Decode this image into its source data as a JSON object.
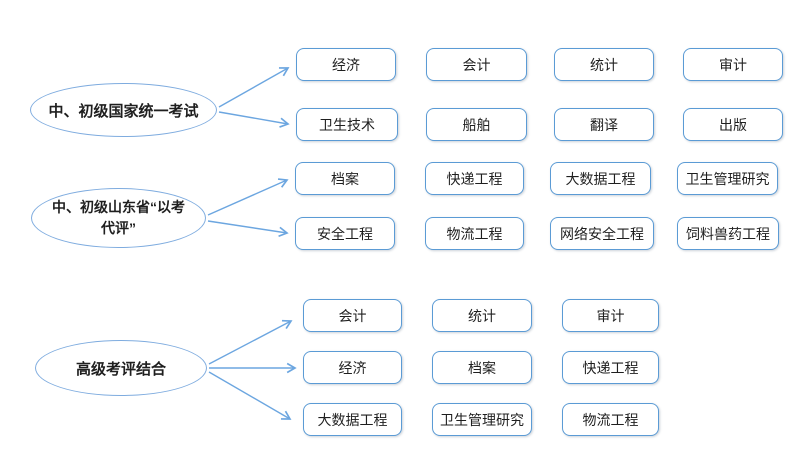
{
  "colors": {
    "background": "#FFFFFF",
    "ellipse_border": "#7FACDF",
    "box_border": "#5B9BD5",
    "arrow": "#6CA6E0",
    "text": "#1F1F1F"
  },
  "groups": [
    {
      "source_label": "中、初级国家统一考试",
      "source_label_lines": [
        "中、初级国家统一考试"
      ],
      "rows": [
        [
          "经济",
          "会计",
          "统计",
          "审计"
        ],
        [
          "卫生技术",
          "船舶",
          "翻译",
          "出版"
        ]
      ]
    },
    {
      "source_label": "中、初级山东省“以考代评”",
      "source_label_lines": [
        "中、初级山东省“以考",
        "代评”"
      ],
      "rows": [
        [
          "档案",
          "快递工程",
          "大数据工程",
          "卫生管理研究"
        ],
        [
          "安全工程",
          "物流工程",
          "网络安全工程",
          "饲料兽药工程"
        ]
      ]
    },
    {
      "source_label": "高级考评结合",
      "source_label_lines": [
        "高级考评结合"
      ],
      "rows": [
        [
          "会计",
          "统计",
          "审计"
        ],
        [
          "经济",
          "档案",
          "快递工程"
        ],
        [
          "大数据工程",
          "卫生管理研究",
          "物流工程"
        ]
      ]
    }
  ]
}
